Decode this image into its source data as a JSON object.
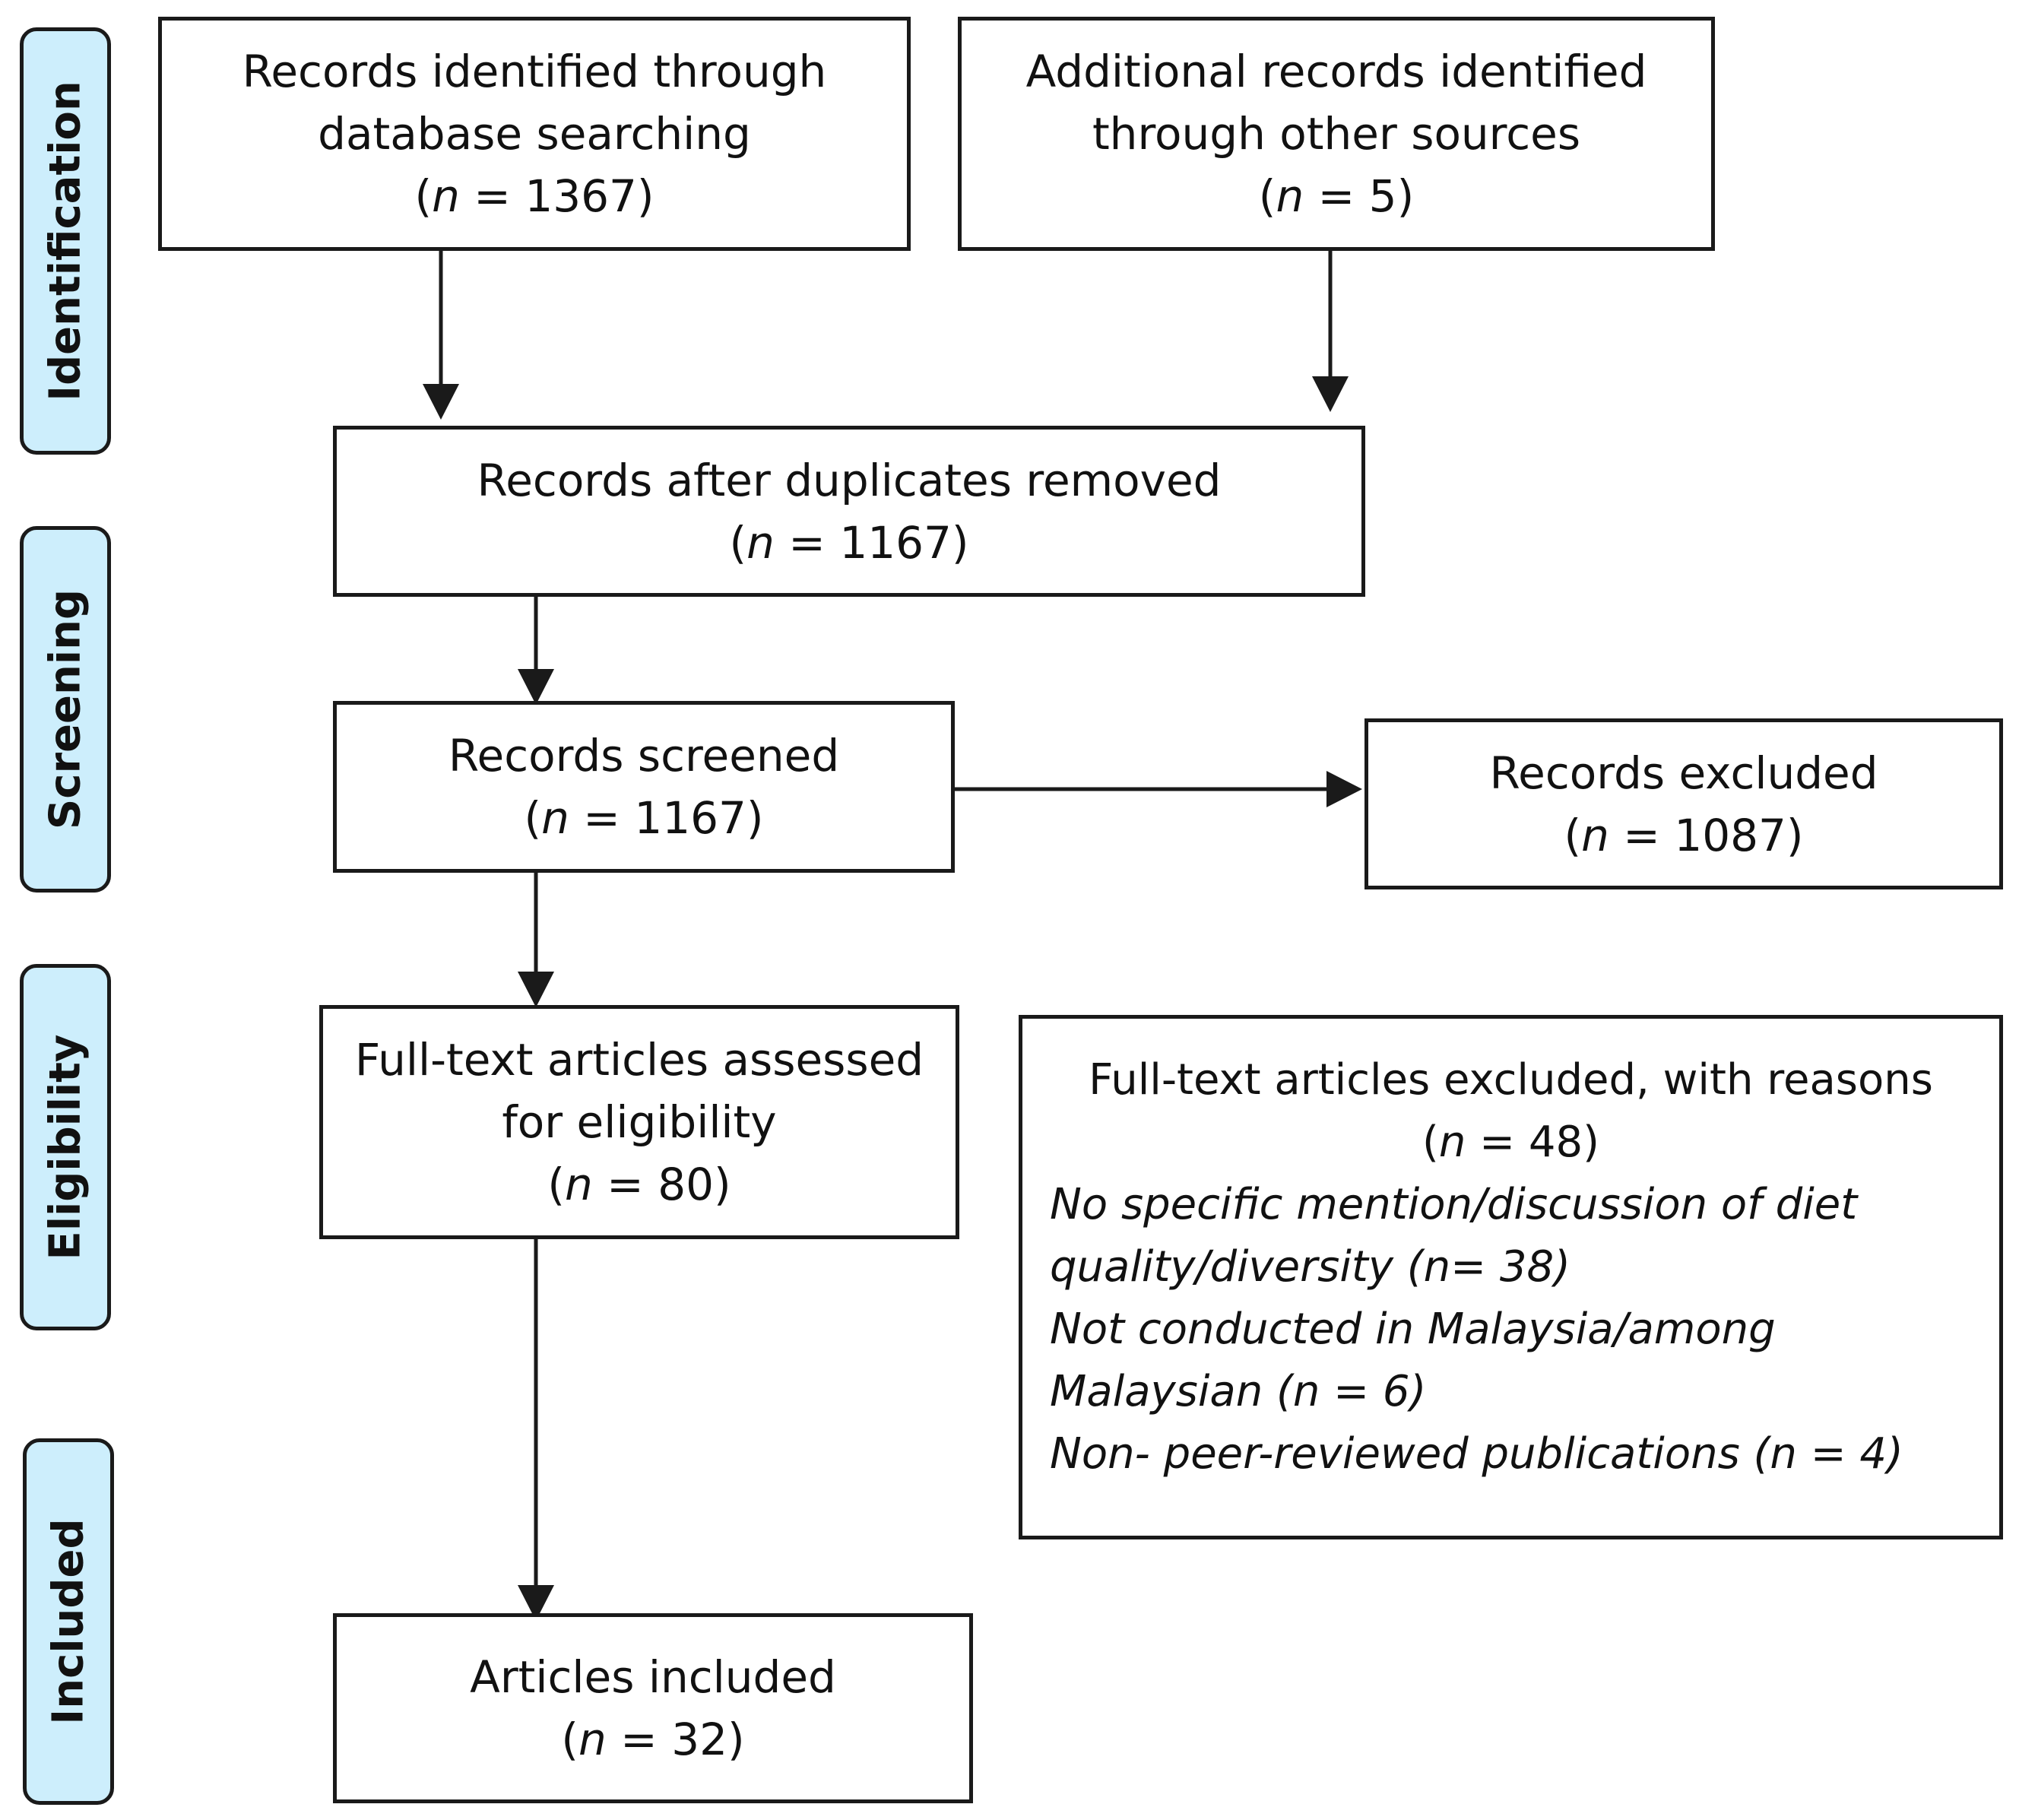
{
  "phases": {
    "identification": "Identification",
    "screening": "Screening",
    "eligibility": "Eligibility",
    "included": "Included"
  },
  "boxes": {
    "database": {
      "line1": "Records identified through",
      "line2": "database searching",
      "n_prefix": "(",
      "n_var": "n",
      "n_suffix": " = 1367)"
    },
    "other_sources": {
      "line1": "Additional records identified",
      "line2": "through other sources",
      "n_prefix": "(",
      "n_var": "n",
      "n_suffix": " = 5)"
    },
    "deduplicated": {
      "line1": "Records after duplicates removed",
      "n_prefix": "(",
      "n_var": "n",
      "n_suffix": " = 1167)"
    },
    "screened": {
      "line1": "Records screened",
      "n_prefix": "(",
      "n_var": "n",
      "n_suffix": " = 1167)"
    },
    "excluded": {
      "line1": "Records excluded",
      "n_prefix": "(",
      "n_var": "n",
      "n_suffix": " = 1087)"
    },
    "fulltext": {
      "line1": "Full-text articles assessed",
      "line2": "for eligibility",
      "n_prefix": "(",
      "n_var": "n",
      "n_suffix": " = 80)"
    },
    "fulltext_excluded": {
      "head": "Full-text articles excluded, with reasons",
      "n_prefix": "(",
      "n_var": "n",
      "n_suffix": " = 48)",
      "reasons": [
        "No specific mention/discussion of diet",
        "quality/diversity (n= 38)",
        "Not conducted  in Malaysia/among",
        "Malaysian  (n = 6)",
        "Non- peer-reviewed publications (n = 4)"
      ]
    },
    "included": {
      "line1": "Articles included",
      "n_prefix": "(",
      "n_var": "n",
      "n_suffix": " = 32)"
    }
  }
}
